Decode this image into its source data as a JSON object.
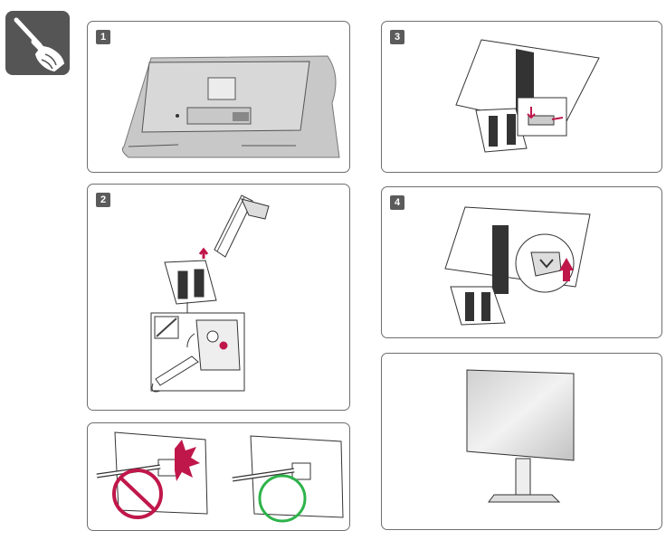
{
  "page": {
    "tool_icon": "screwdriver-hand-icon",
    "steps": [
      {
        "number": "1"
      },
      {
        "number": "2"
      },
      {
        "number": "3"
      },
      {
        "number": "4"
      }
    ],
    "colors": {
      "panel_border": "#6e6e6e",
      "badge": "#5b5b5b",
      "arrow": "#c0174a",
      "prohibited": "#c0174a",
      "allowed": "#2db34a"
    }
  }
}
